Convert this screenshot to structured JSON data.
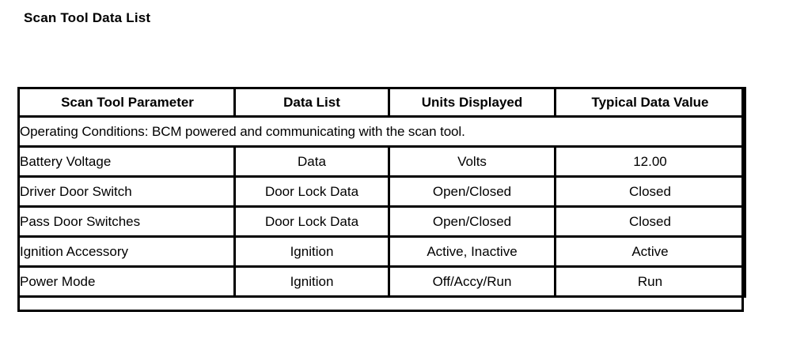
{
  "page": {
    "title": "Scan Tool Data List",
    "background_color": "#ffffff",
    "text_color": "#000000",
    "border_color": "#000000"
  },
  "table": {
    "headers": [
      "Scan Tool Parameter",
      "Data List",
      "Units Displayed",
      "Typical Data Value"
    ],
    "conditions_note": "Operating Conditions: BCM powered and communicating with the scan tool.",
    "rows": [
      {
        "parameter": "Battery Voltage",
        "data_list": "Data",
        "units_displayed": "Volts",
        "typical_data_value": "12.00"
      },
      {
        "parameter": "Driver Door Switch",
        "data_list": "Door Lock Data",
        "units_displayed": "Open/Closed",
        "typical_data_value": "Closed"
      },
      {
        "parameter": "Pass Door Switches",
        "data_list": "Door Lock Data",
        "units_displayed": "Open/Closed",
        "typical_data_value": "Closed"
      },
      {
        "parameter": "Ignition Accessory",
        "data_list": "Ignition",
        "units_displayed": "Active, Inactive",
        "typical_data_value": "Active"
      },
      {
        "parameter": "Power Mode",
        "data_list": "Ignition",
        "units_displayed": "Off/Accy/Run",
        "typical_data_value": "Run"
      }
    ]
  }
}
